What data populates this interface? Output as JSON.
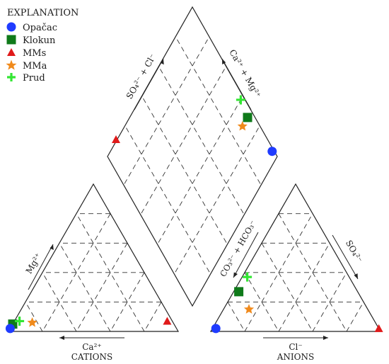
{
  "legend": {
    "title": "EXPLANATION",
    "items": [
      {
        "label": "Opačac",
        "marker": "circle",
        "color": "#1f3bff"
      },
      {
        "label": "Klokun",
        "marker": "square",
        "color": "#0f7a1a"
      },
      {
        "label": "MMs",
        "marker": "triangle",
        "color": "#e01a1a"
      },
      {
        "label": "MMa",
        "marker": "star",
        "color": "#f08a1c"
      },
      {
        "label": "Prud",
        "marker": "plus",
        "color": "#33e633"
      }
    ]
  },
  "labels": {
    "cations_axis": "Ca²⁺",
    "cations_title": "CATIONS",
    "cations_side": "Mg²⁺",
    "anions_axis": "Cl⁻",
    "anions_title": "ANIONS",
    "anions_left_side": "CO₃²⁻ + HCO₃⁻",
    "anions_right_side": "SO₄²⁻",
    "diamond_left_side": "SO₄²⁻ + Cl⁻",
    "diamond_right_side": "Ca²⁺ + Mg²⁺"
  },
  "chart_data": {
    "type": "scatter",
    "subtype": "piper-diagram",
    "scale": [
      0,
      100
    ],
    "grid_step": 20,
    "series": [
      {
        "name": "Opačac",
        "cation": {
          "Ca": 98,
          "Mg": 2
        },
        "anion": {
          "Cl": 2,
          "SO4": 2
        },
        "diamond": {
          "SO4_Cl": 4,
          "Ca_Mg": 98
        }
      },
      {
        "name": "Klokun",
        "cation": {
          "Ca": 95,
          "Mg": 5
        },
        "anion": {
          "Cl": 3,
          "SO4": 27
        },
        "diamond": {
          "SO4_Cl": 30,
          "Ca_Mg": 95
        }
      },
      {
        "name": "MMs",
        "cation": {
          "Ca": 3,
          "Mg": 7
        },
        "anion": {
          "Cl": 98,
          "SO4": 2
        },
        "diamond": {
          "SO4_Cl": 100,
          "Ca_Mg": 10
        }
      },
      {
        "name": "MMa",
        "cation": {
          "Ca": 83,
          "Mg": 6
        },
        "anion": {
          "Cl": 15,
          "SO4": 15
        },
        "diamond": {
          "SO4_Cl": 30,
          "Ca_Mg": 89
        }
      },
      {
        "name": "Prud",
        "cation": {
          "Ca": 90,
          "Mg": 7
        },
        "anion": {
          "Cl": 3,
          "SO4": 37
        },
        "diamond": {
          "SO4_Cl": 40,
          "Ca_Mg": 97
        }
      }
    ]
  }
}
